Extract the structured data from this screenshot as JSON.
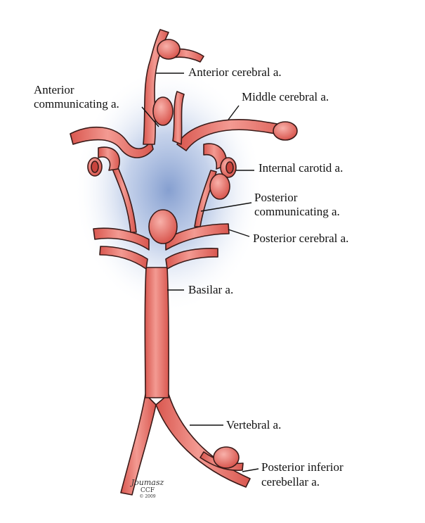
{
  "labels": {
    "anterior_cerebral": "Anterior cerebral a.",
    "anterior_communicating_1": "Anterior",
    "anterior_communicating_2": "communicating a.",
    "middle_cerebral": "Middle cerebral a.",
    "internal_carotid": "Internal carotid a.",
    "posterior_communicating_1": "Posterior",
    "posterior_communicating_2": "communicating a.",
    "posterior_cerebral": "Posterior cerebral a.",
    "basilar": "Basilar a.",
    "vertebral": "Vertebral a.",
    "pica_1": "Posterior inferior",
    "pica_2": "cerebellar a."
  },
  "signature": {
    "artist": "Joumasz",
    "org": "CCF",
    "year": "© 2009"
  },
  "colors": {
    "vessel_fill": "#e8736c",
    "vessel_highlight": "#f6a59e",
    "vessel_outline": "#3a1a18",
    "glow": "#5d7fc0",
    "leader": "#111111"
  }
}
